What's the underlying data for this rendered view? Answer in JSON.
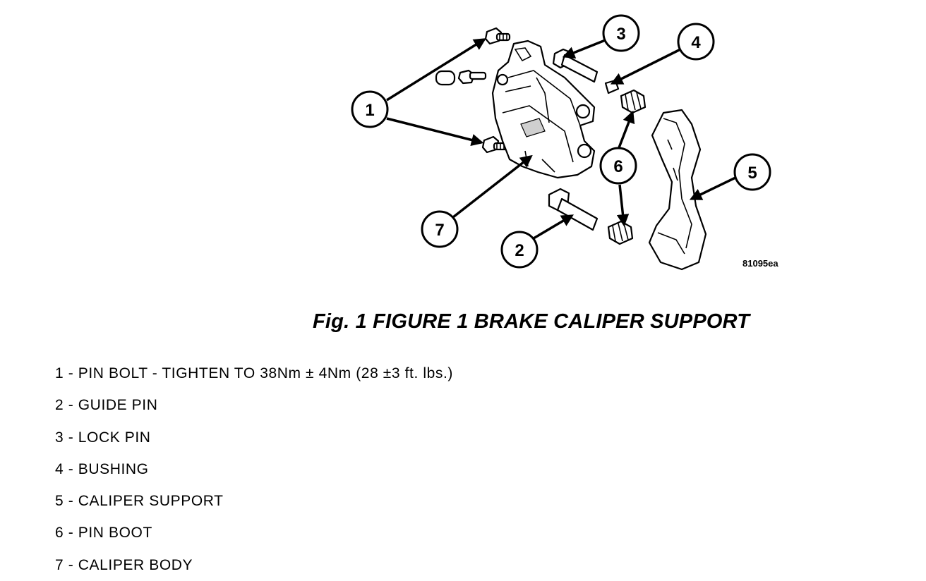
{
  "figure": {
    "callouts": [
      "1",
      "2",
      "3",
      "4",
      "5",
      "6",
      "7"
    ],
    "code": "81095ea"
  },
  "caption": "Fig. 1 FIGURE 1 BRAKE CALIPER SUPPORT",
  "legend": [
    "1 - PIN BOLT - TIGHTEN TO 38Nm ± 4Nm (28 ±3 ft.  lbs.)",
    "2 - GUIDE PIN",
    "3 - LOCK PIN",
    "4 - BUSHING",
    "5 - CALIPER SUPPORT",
    "6 - PIN BOOT",
    "7 - CALIPER BODY"
  ]
}
